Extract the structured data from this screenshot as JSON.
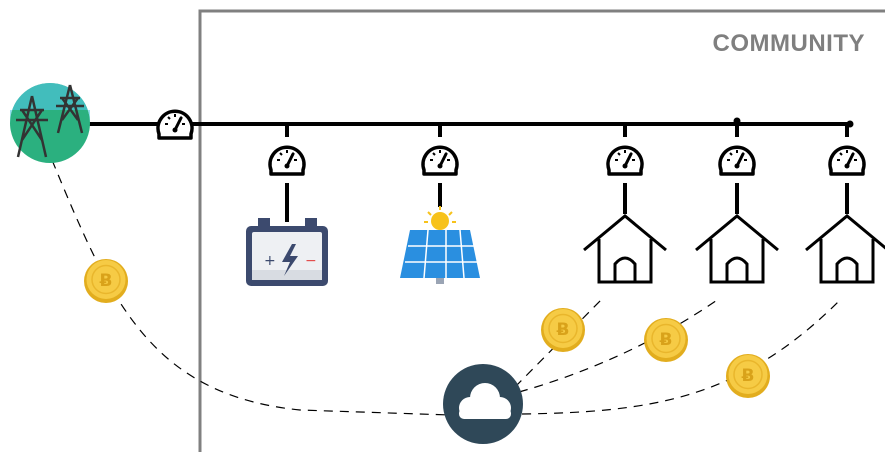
{
  "community": {
    "label": "COMMUNITY"
  },
  "nodes": {
    "grid": {
      "icon": "power-grid-icon"
    },
    "battery": {
      "icon": "battery-icon"
    },
    "solar": {
      "icon": "solar-panel-icon"
    },
    "houses": [
      {
        "icon": "house-icon"
      },
      {
        "icon": "house-icon"
      },
      {
        "icon": "house-icon"
      }
    ],
    "cloud": {
      "icon": "cloud-icon"
    }
  },
  "meters": {
    "icon": "meter-icon",
    "count": 6
  },
  "coins": {
    "icon": "bitcoin-coin-icon",
    "glyph": "Ƀ",
    "count": 4
  },
  "colors": {
    "line": "#000000",
    "community_border": "#808080",
    "label": "#7f7f7f",
    "coin": "#f2c230",
    "cloud_bg": "#2f4858",
    "panel": "#2a8fe0",
    "battery": "#3c4a6e"
  }
}
